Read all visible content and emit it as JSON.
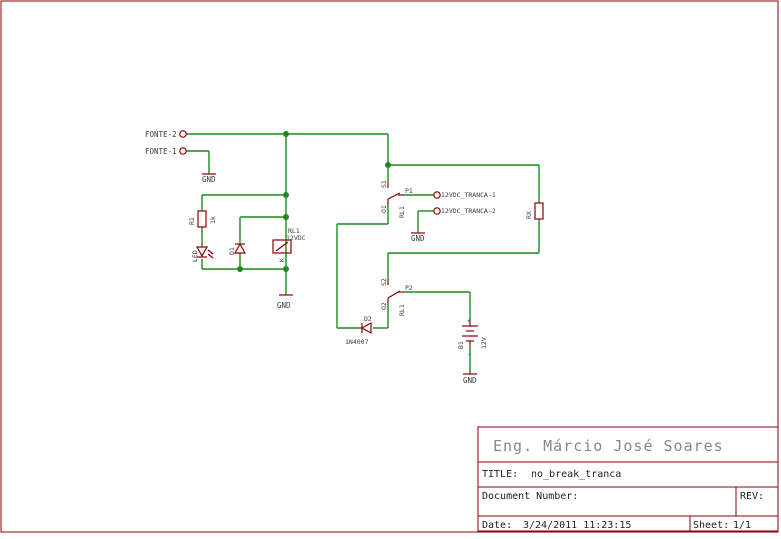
{
  "title_block": {
    "author": "Eng. Márcio José Soares",
    "title_label": "TITLE:",
    "title_value": "no_break_tranca",
    "doc_number_label": "Document Number:",
    "rev_label": "REV:",
    "date_label": "Date:",
    "date_value": "3/24/2011 11:23:15",
    "sheet_label": "Sheet:",
    "sheet_value": "1/1"
  },
  "labels": {
    "fonte2": "FONTE-2",
    "fonte1": "FONTE-1",
    "gnd": "GND",
    "r1": "R1",
    "r1_value": "1k",
    "led": "LED",
    "d1": "D1",
    "rl1": "RL1",
    "rl1_value": "12VDC",
    "rl1_pin": "K",
    "p1": "P1",
    "s1": "S1",
    "o1": "O1",
    "rl1_contact": "RL1",
    "tranca1": "12VDC_TRANCA-1",
    "tranca2": "12VDC_TRANCA-2",
    "rx": "RX",
    "s2": "S2",
    "p2": "P2",
    "o2": "O2",
    "d2": "D2",
    "d2_value": "1N4007",
    "b1": "B1",
    "b1_value": "12V",
    "plus": "+",
    "minus": "-"
  }
}
